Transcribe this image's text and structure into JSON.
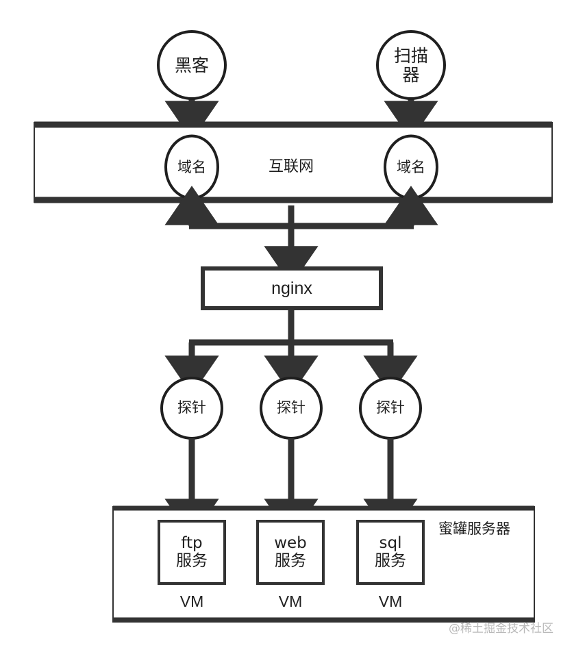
{
  "diagram": {
    "title": "honeypot-architecture",
    "colors": {
      "stroke": "#333333",
      "fill": "#ffffff",
      "text": "#1f1f1f",
      "watermark": "#b9b9b9"
    },
    "actors": [
      {
        "id": "hacker",
        "label": "黑客",
        "shape": "circle"
      },
      {
        "id": "scanner",
        "label": "扫描\n器",
        "shape": "circle"
      }
    ],
    "internet": {
      "label": "互联网",
      "domains": [
        {
          "id": "domain-left",
          "label": "域名"
        },
        {
          "id": "domain-right",
          "label": "域名"
        }
      ]
    },
    "proxy": {
      "id": "nginx",
      "label": "nginx"
    },
    "probes": [
      {
        "id": "probe-1",
        "label": "探针"
      },
      {
        "id": "probe-2",
        "label": "探针"
      },
      {
        "id": "probe-3",
        "label": "探针"
      }
    ],
    "honeypot": {
      "label": "蜜罐服务器",
      "vms": [
        {
          "id": "vm-ftp",
          "service": "ftp\n服务",
          "caption": "VM"
        },
        {
          "id": "vm-web",
          "service": "web\n服务",
          "caption": "VM"
        },
        {
          "id": "vm-sql",
          "service": "sql\n服务",
          "caption": "VM"
        }
      ]
    },
    "watermark": "@稀土掘金技术社区"
  }
}
